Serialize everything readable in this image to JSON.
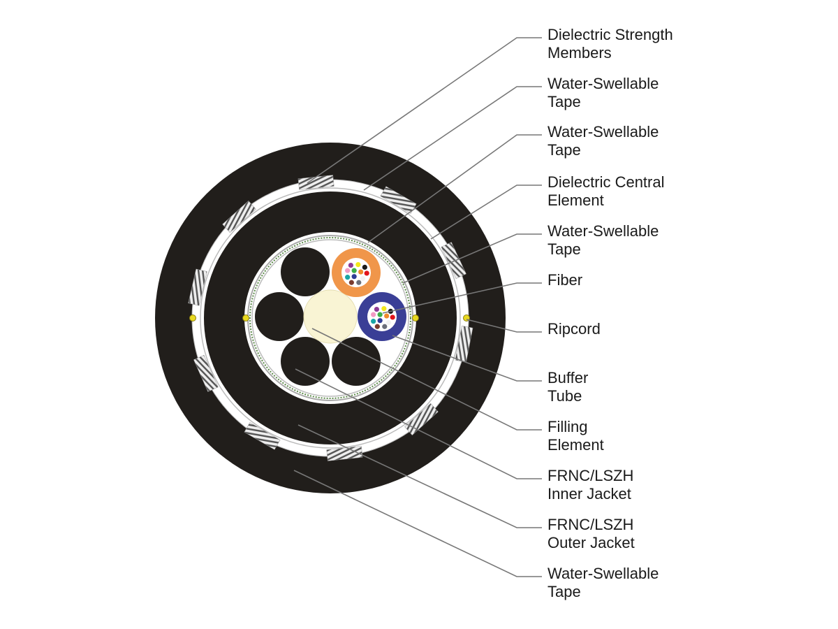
{
  "colors": {
    "jacket": "#211e1b",
    "tape": "#ffffff",
    "orange_tube": "#f0964a",
    "blue_tube": "#3a3f96",
    "filling": "#f9f4d4",
    "ripcord": "#e8d820",
    "leader": "#777777"
  },
  "fiber_colors": [
    "#8e3a96",
    "#f3e81c",
    "#1a1a1a",
    "#f29ac4",
    "#3cae49",
    "#f08a2c",
    "#e2141b",
    "#1aa5a5",
    "#2f3d96",
    "#f2f2f2",
    "#7a3b2e",
    "#6b6f7a"
  ],
  "labels": [
    {
      "id": "dielectric-strength-members",
      "text": "Dielectric Strength\nMembers"
    },
    {
      "id": "water-swellable-tape-1",
      "text": "Water-Swellable\nTape"
    },
    {
      "id": "water-swellable-tape-2",
      "text": "Water-Swellable\nTape"
    },
    {
      "id": "dielectric-central-element",
      "text": "Dielectric Central\nElement"
    },
    {
      "id": "water-swellable-tape-3",
      "text": "Water-Swellable\nTape"
    },
    {
      "id": "fiber",
      "text": "Fiber"
    },
    {
      "id": "ripcord",
      "text": "Ripcord"
    },
    {
      "id": "buffer-tube",
      "text": "Buffer\nTube"
    },
    {
      "id": "filling-element",
      "text": "Filling\nElement"
    },
    {
      "id": "inner-jacket",
      "text": "FRNC/LSZH\nInner Jacket"
    },
    {
      "id": "outer-jacket",
      "text": "FRNC/LSZH\nOuter Jacket"
    },
    {
      "id": "water-swellable-tape-4",
      "text": "Water-Swellable\nTape"
    }
  ]
}
